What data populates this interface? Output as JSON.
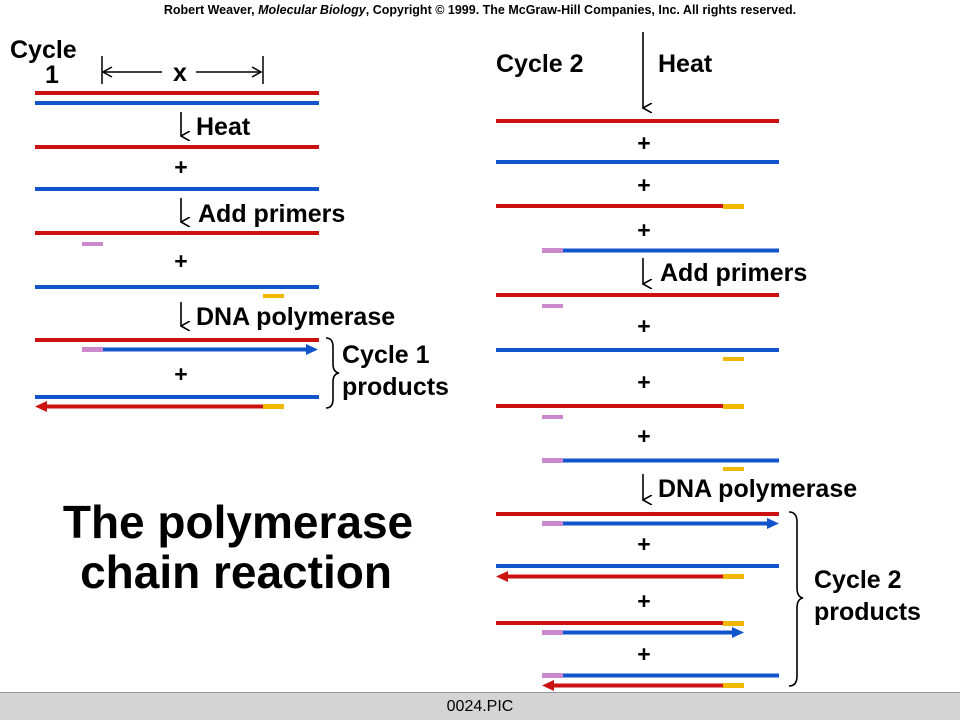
{
  "header": {
    "author": "Robert Weaver, ",
    "book": "Molecular Biology",
    "rest": ", Copyright © 1999. The McGraw-Hill Companies, Inc. All rights reserved."
  },
  "title": {
    "line1": "The polymerase",
    "line2": "chain reaction"
  },
  "cycle1": {
    "label_word": "Cycle",
    "label_num": "1",
    "length_label": "x",
    "steps": [
      "Heat",
      "Add primers",
      "DNA polymerase"
    ],
    "products_line1": "Cycle 1",
    "products_line2": "products",
    "plus": "+"
  },
  "cycle2": {
    "label": "Cycle 2",
    "heat": "Heat",
    "steps": [
      "Add primers",
      "DNA polymerase"
    ],
    "products_line1": "Cycle 2",
    "products_line2": "products",
    "plus": "+"
  },
  "footer": {
    "filename": "0024.PIC"
  },
  "colors": {
    "red_strand": "#cc1111",
    "blue_strand": "#1155cc",
    "primer_pink": "#cc88cc",
    "primer_yellow": "#f0b800"
  }
}
